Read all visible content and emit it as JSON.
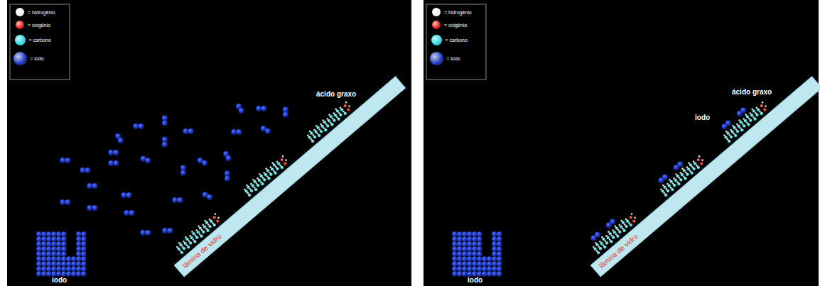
{
  "diagram": {
    "nodes": [
      {
        "text": [
          "lâmina de vidro"
        ]
      },
      {
        "text": [
          "lâmina de vidro"
        ]
      }
    ],
    "labels": [
      "ácido graxo",
      "iodo",
      "ácido graxo",
      "iodo",
      "iodo"
    ],
    "legend": [
      {
        "text": "= hidrogênio",
        "color": "#f2f2f2"
      },
      {
        "text": "= oxigênio",
        "color": "#e01e12"
      },
      {
        "text": "= carbono",
        "color": "#2fd8dc"
      },
      {
        "text": "= iodo",
        "color": "#1c34b8"
      },
      {
        "text": "= hidrogênio",
        "color": "#f2f2f2"
      },
      {
        "text": "= oxigênio",
        "color": "#e01e12"
      },
      {
        "text": "= carbono",
        "color": "#2fd8dc"
      },
      {
        "text": "= iodo",
        "color": "#1c34b8"
      }
    ]
  }
}
